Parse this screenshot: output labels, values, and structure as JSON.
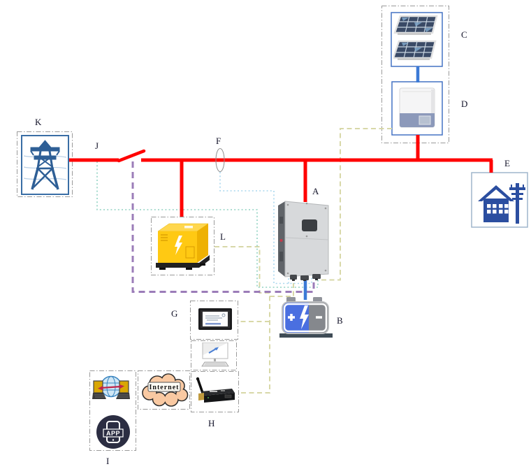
{
  "labels": {
    "hybrid_inverter": "A",
    "battery": "B",
    "pv_array": "C",
    "pv_inverter": "D",
    "load": "E",
    "ct_sensor": "F",
    "hmi_display": "G",
    "data_logger": "H",
    "remote_monitoring": "I",
    "grid_switch": "J",
    "grid": "K",
    "diesel_generator": "L"
  },
  "internet": {
    "label": "Internet"
  },
  "app": {
    "label": "APP"
  },
  "colors": {
    "ac_power_line": "#ff0000",
    "dc_power_line": "#3c7ad6",
    "generator_control_line": "#9b7cb8",
    "grid_signal_line": "#90d2c2",
    "ct_signal_line": "#a9d7ee",
    "comm_line": "#d8d8a8",
    "outline_box_border": "#9a9a9a",
    "device_box_border": "#4472c4",
    "load_box_border": "#9fb6cc",
    "grid_icon_blue": "#2e5f96",
    "load_icon_blue": "#2b4ea0",
    "battery_blue": "#4a6fe0",
    "generator_yellow": "#ffc913",
    "cloud_fill": "#f9c9a2",
    "app_badge_bg": "#2b2d42"
  }
}
